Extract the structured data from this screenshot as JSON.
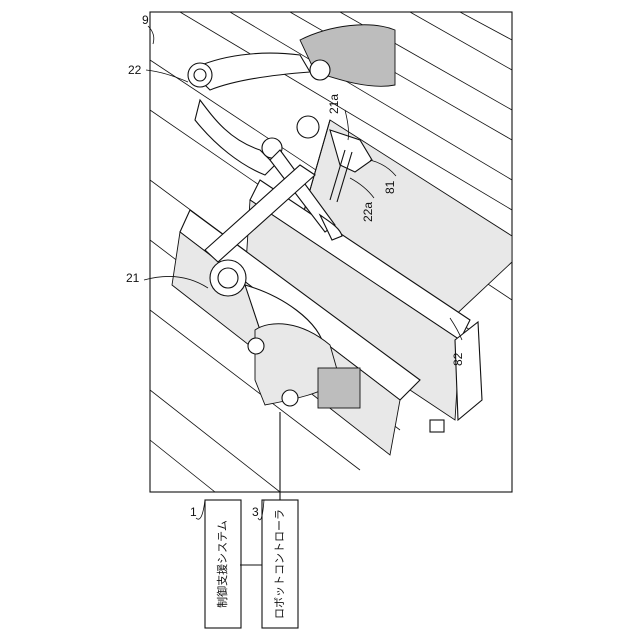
{
  "labels": {
    "ref_9": "9",
    "ref_22": "22",
    "ref_21a": "21a",
    "ref_22a": "22a",
    "ref_81": "81",
    "ref_21": "21",
    "ref_82": "82",
    "ref_1": "1",
    "ref_3": "3"
  },
  "boxes": {
    "control_support_system": "制御支援システム",
    "robot_controller": "ロボットコントローラ"
  }
}
